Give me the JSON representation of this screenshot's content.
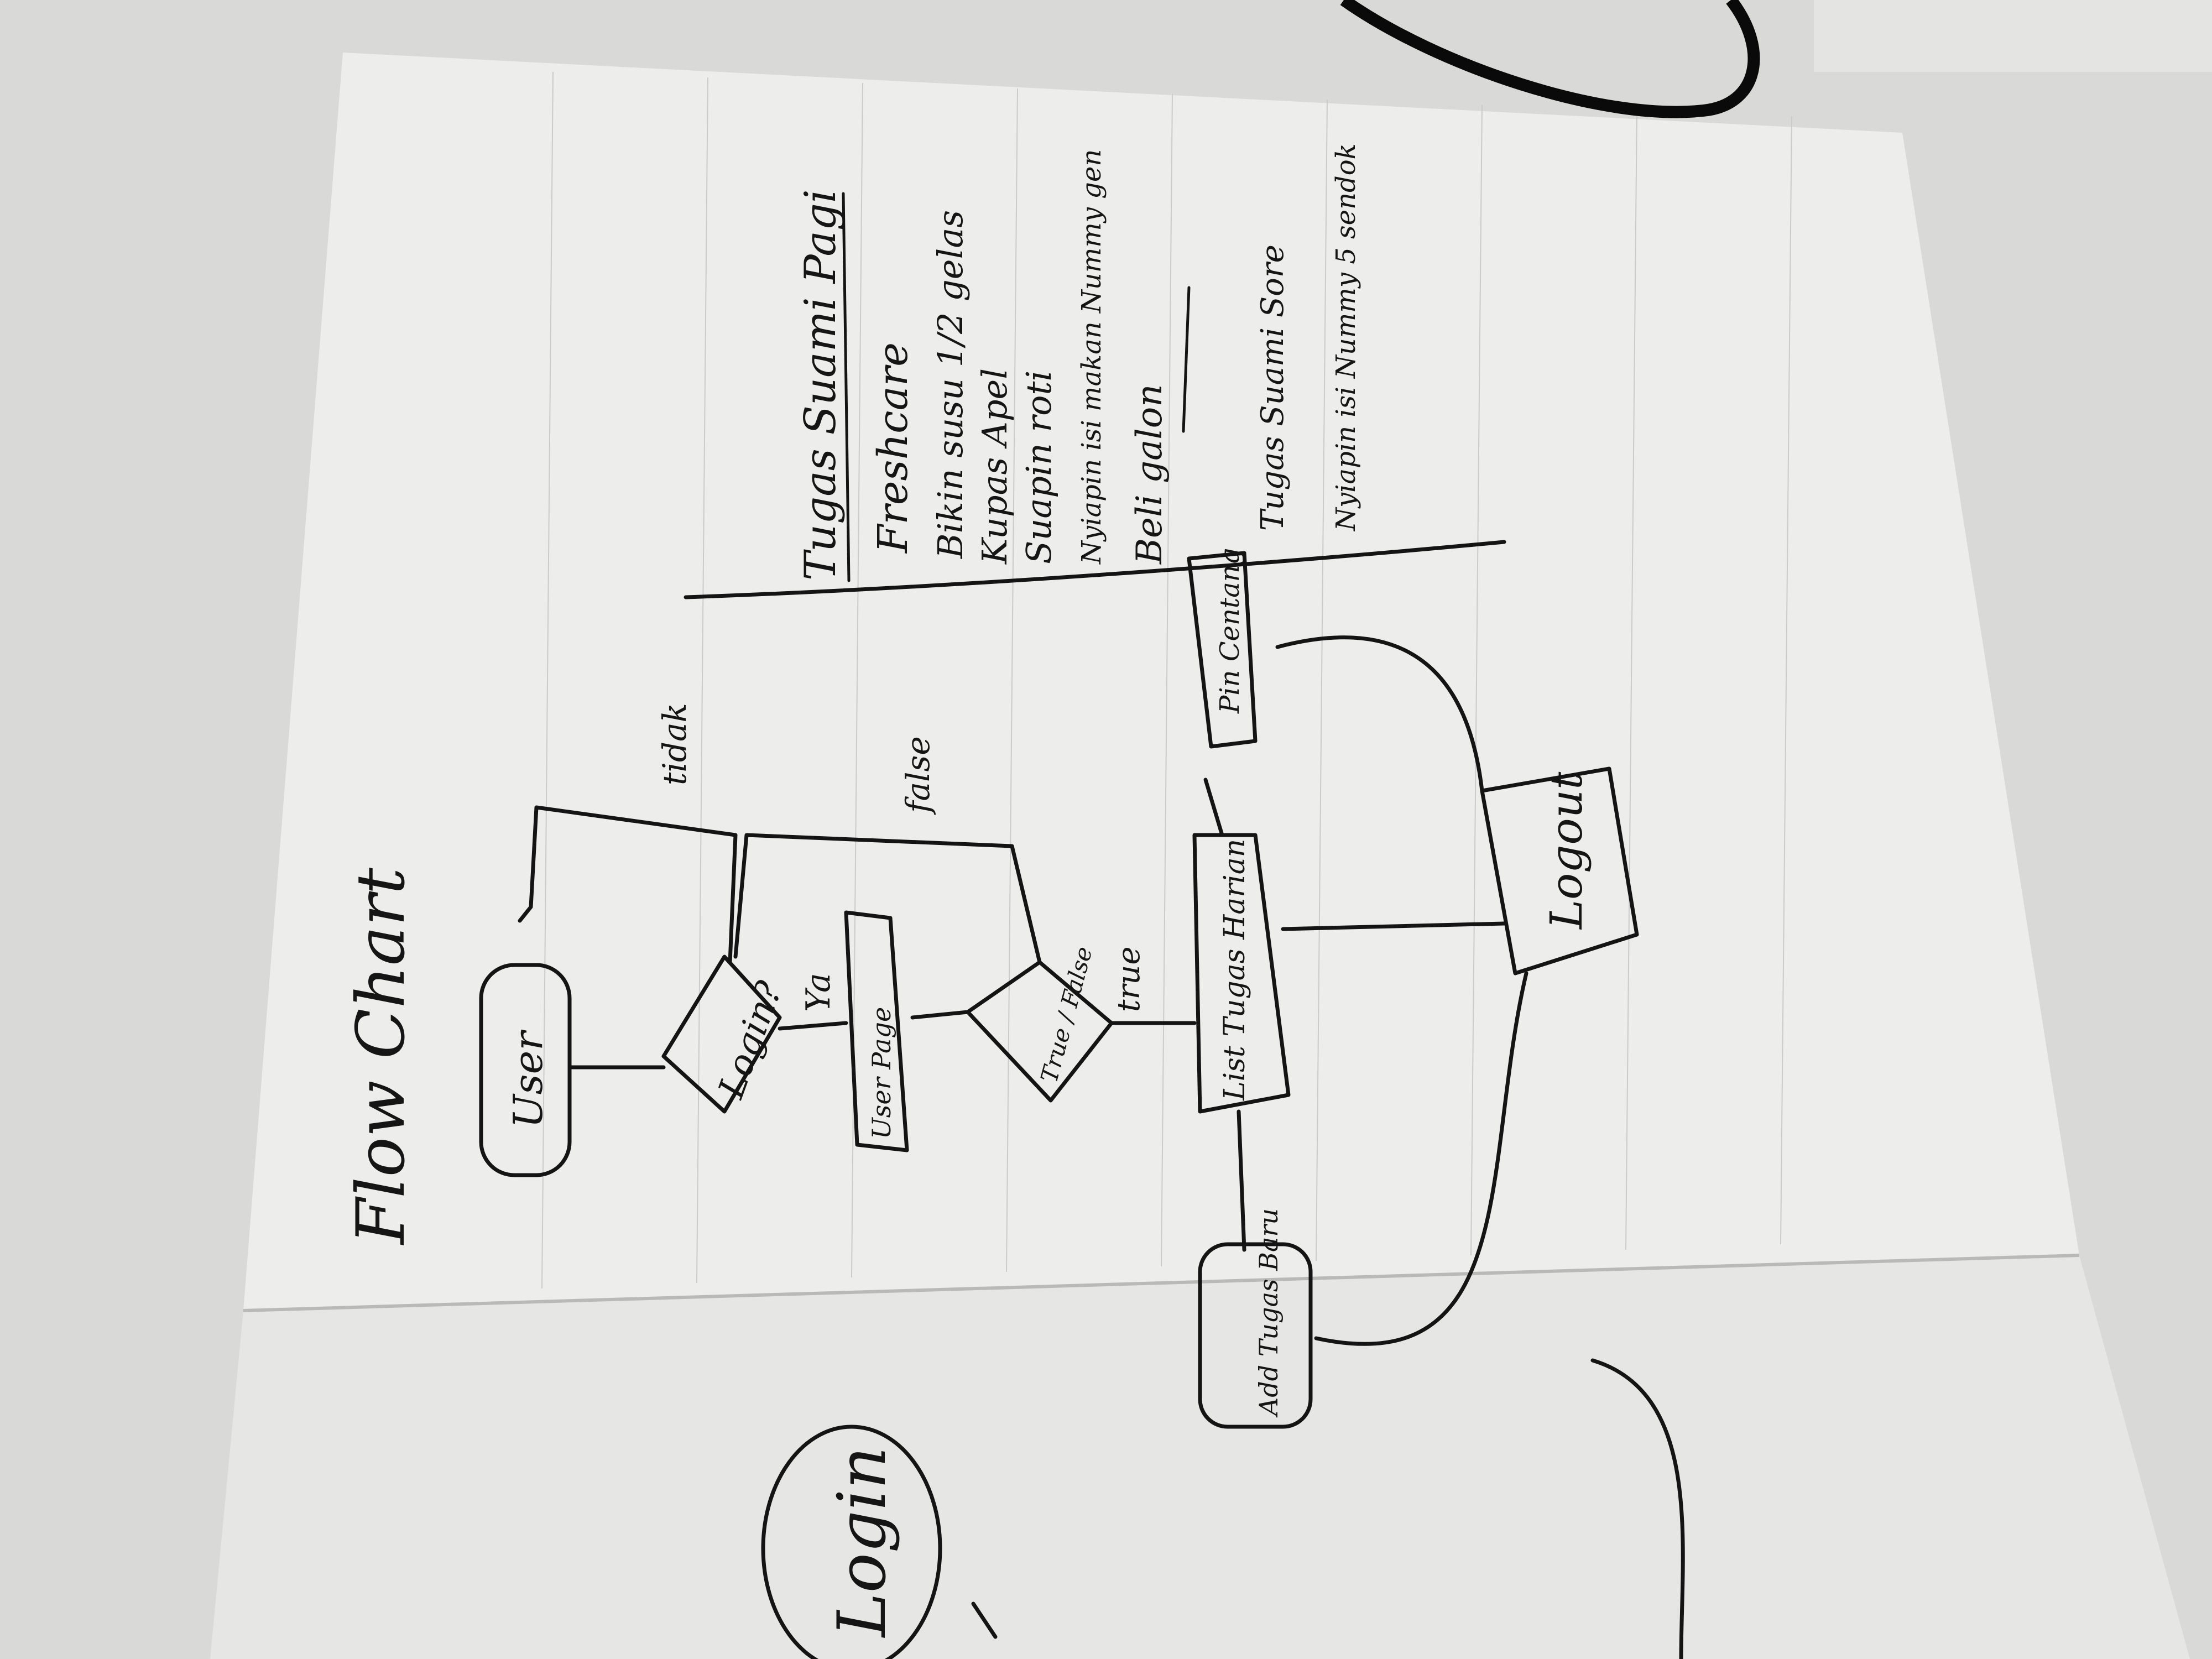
{
  "title": "Flow Chart",
  "flowchart": {
    "start": "User",
    "login_decision": "Login?",
    "login_no": "tidak",
    "login_yes": "Ya",
    "user_page": "User Page",
    "validate_decision": "True / False",
    "validate_false": "false",
    "validate_true": "true",
    "list_task": "List Tugas Harian",
    "add_task": "Add Tugas Baru",
    "proof": "Pin Centang",
    "logout": "Logout"
  },
  "notes": {
    "heading_morning": "Tugas Suami Pagi",
    "morning_items": [
      "Freshcare",
      "Bikin susu 1/2 gelas",
      "Kupas Apel",
      "Suapin roti",
      "Nyiapin isi makan Nummy gen",
      "Beli galon"
    ],
    "heading_evening": "Tugas Suami Sore",
    "evening_items": [
      "Nyiapin isi Nummy 5 sendok"
    ]
  },
  "next_page": {
    "start": "Login"
  },
  "colors": {
    "ink": "#141414",
    "paper": "#eeeeee",
    "background": "#dcdcda"
  }
}
